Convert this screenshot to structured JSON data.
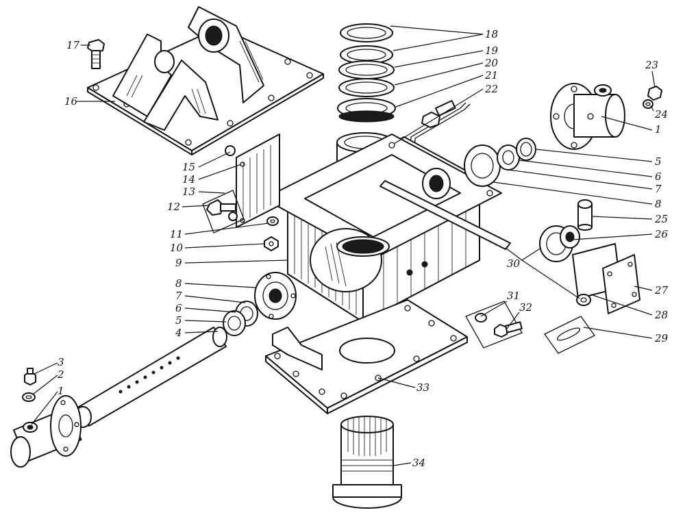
{
  "callouts": [
    {
      "id": "c1a",
      "label": "1"
    },
    {
      "id": "c1b",
      "label": "1"
    },
    {
      "id": "c2",
      "label": "2"
    },
    {
      "id": "c3",
      "label": "3"
    },
    {
      "id": "c4",
      "label": "4"
    },
    {
      "id": "c5a",
      "label": "5"
    },
    {
      "id": "c5b",
      "label": "5"
    },
    {
      "id": "c6a",
      "label": "6"
    },
    {
      "id": "c6b",
      "label": "6"
    },
    {
      "id": "c7a",
      "label": "7"
    },
    {
      "id": "c7b",
      "label": "7"
    },
    {
      "id": "c8a",
      "label": "8"
    },
    {
      "id": "c8b",
      "label": "8"
    },
    {
      "id": "c9",
      "label": "9"
    },
    {
      "id": "c10",
      "label": "10"
    },
    {
      "id": "c11",
      "label": "11"
    },
    {
      "id": "c12",
      "label": "12"
    },
    {
      "id": "c13",
      "label": "13"
    },
    {
      "id": "c14",
      "label": "14"
    },
    {
      "id": "c15",
      "label": "15"
    },
    {
      "id": "c16",
      "label": "16"
    },
    {
      "id": "c17",
      "label": "17"
    },
    {
      "id": "c18",
      "label": "18"
    },
    {
      "id": "c19",
      "label": "19"
    },
    {
      "id": "c20",
      "label": "20"
    },
    {
      "id": "c21",
      "label": "21"
    },
    {
      "id": "c22",
      "label": "22"
    },
    {
      "id": "c23",
      "label": "23"
    },
    {
      "id": "c24",
      "label": "24"
    },
    {
      "id": "c25",
      "label": "25"
    },
    {
      "id": "c26",
      "label": "26"
    },
    {
      "id": "c27",
      "label": "27"
    },
    {
      "id": "c28",
      "label": "28"
    },
    {
      "id": "c29",
      "label": "29"
    },
    {
      "id": "c30",
      "label": "30"
    },
    {
      "id": "c31",
      "label": "31"
    },
    {
      "id": "c32",
      "label": "32"
    },
    {
      "id": "c33",
      "label": "33"
    },
    {
      "id": "c34",
      "label": "34"
    }
  ]
}
